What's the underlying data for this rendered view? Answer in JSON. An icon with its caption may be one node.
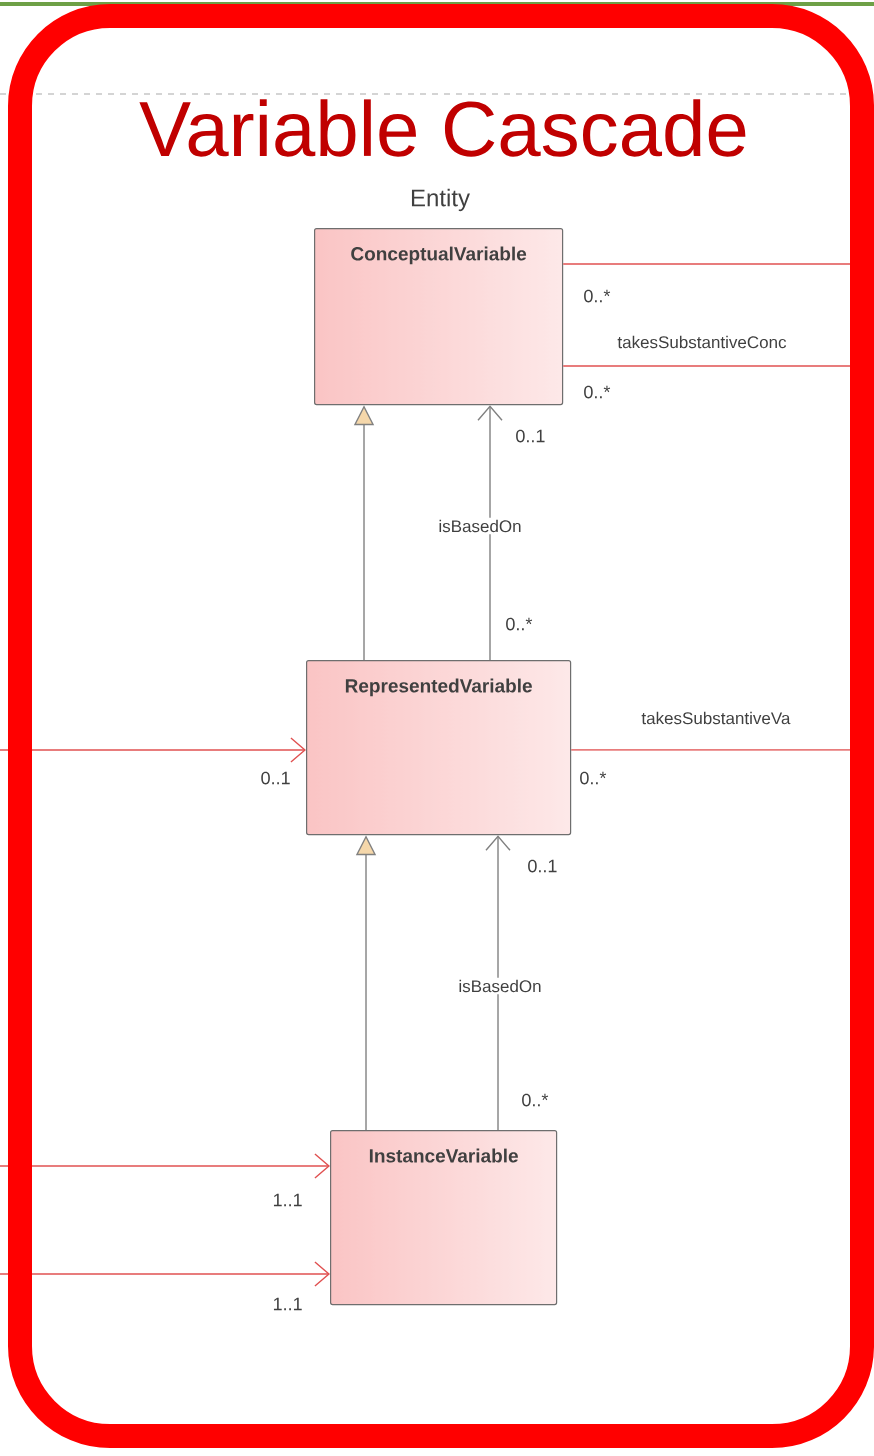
{
  "diagram": {
    "title": "Variable Cascade",
    "nodes": [
      {
        "text": [
          "ConceptualVariable"
        ]
      },
      {
        "text": [
          "RepresentedVariable"
        ]
      },
      {
        "text": [
          "InstanceVariable"
        ]
      }
    ],
    "edges": [
      {
        "from": 1,
        "to": 0,
        "arrow": "to",
        "color": "#808080"
      },
      {
        "from": 1,
        "to": 0,
        "arrow": "to",
        "label": "isBasedOn",
        "color": "#808080"
      },
      {
        "from": 2,
        "to": 1,
        "arrow": "to",
        "color": "#808080"
      },
      {
        "from": 2,
        "to": 1,
        "arrow": "to",
        "label": "isBasedOn",
        "color": "#808080"
      },
      {
        "from": 0,
        "to": null,
        "arrow": "none"
      },
      {
        "from": 0,
        "to": null,
        "arrow": "none"
      },
      {
        "from": 1,
        "to": null,
        "arrow": "none"
      },
      {
        "from": null,
        "to": 1,
        "arrow": "to"
      },
      {
        "from": null,
        "to": 2,
        "arrow": "to"
      },
      {
        "from": null,
        "to": 2,
        "arrow": "to"
      }
    ],
    "labels": [
      "Entity",
      "0..*",
      "takesSubstantiveConc",
      "0..*",
      "0..1",
      "0..*",
      "takesSubstantiveVa",
      "0..1",
      "0..*",
      "0..1",
      "0..*",
      "1..1",
      "1..1"
    ]
  }
}
